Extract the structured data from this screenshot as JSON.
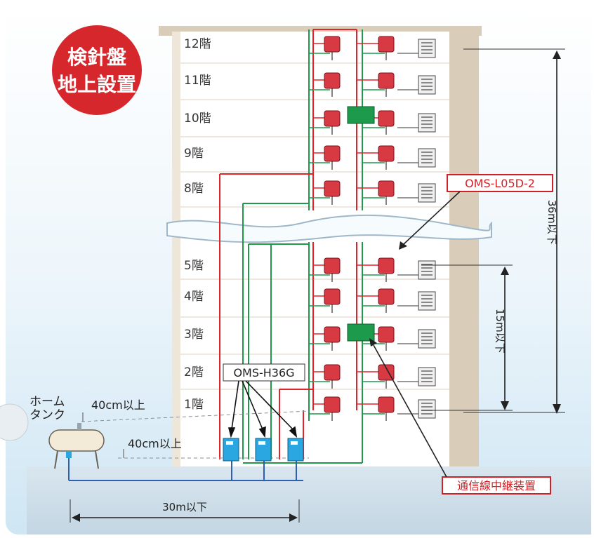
{
  "badge": {
    "line1": "検針盤",
    "line2": "地上設置",
    "color": "#d6272d"
  },
  "floors": [
    {
      "label": "12階"
    },
    {
      "label": "11階"
    },
    {
      "label": "10階"
    },
    {
      "label": "9階"
    },
    {
      "label": "8階"
    },
    {
      "label": "5階"
    },
    {
      "label": "4階"
    },
    {
      "label": "3階"
    },
    {
      "label": "2階"
    },
    {
      "label": "1階"
    }
  ],
  "labels": {
    "oms_l05d": "OMS-L05D-2",
    "oms_h36g": "OMS-H36G",
    "relay": "通信線中継装置",
    "home_tank_1": "ホーム",
    "home_tank_2": "タンク",
    "clearance_top": "40cm以上",
    "clearance_bottom": "40cm以上",
    "dist_horizontal": "30m以下",
    "dist_36": "36m以下",
    "dist_15": "15m以下"
  },
  "colors": {
    "supply_line": "#e1242a",
    "return_line": "#1f9a4a",
    "base_line": "#2f5fb0",
    "meter_unit": "#d83a44",
    "relay_box": "#1e9a4c",
    "panel": "#2aa7e0",
    "callout_text": "#d11f26"
  }
}
